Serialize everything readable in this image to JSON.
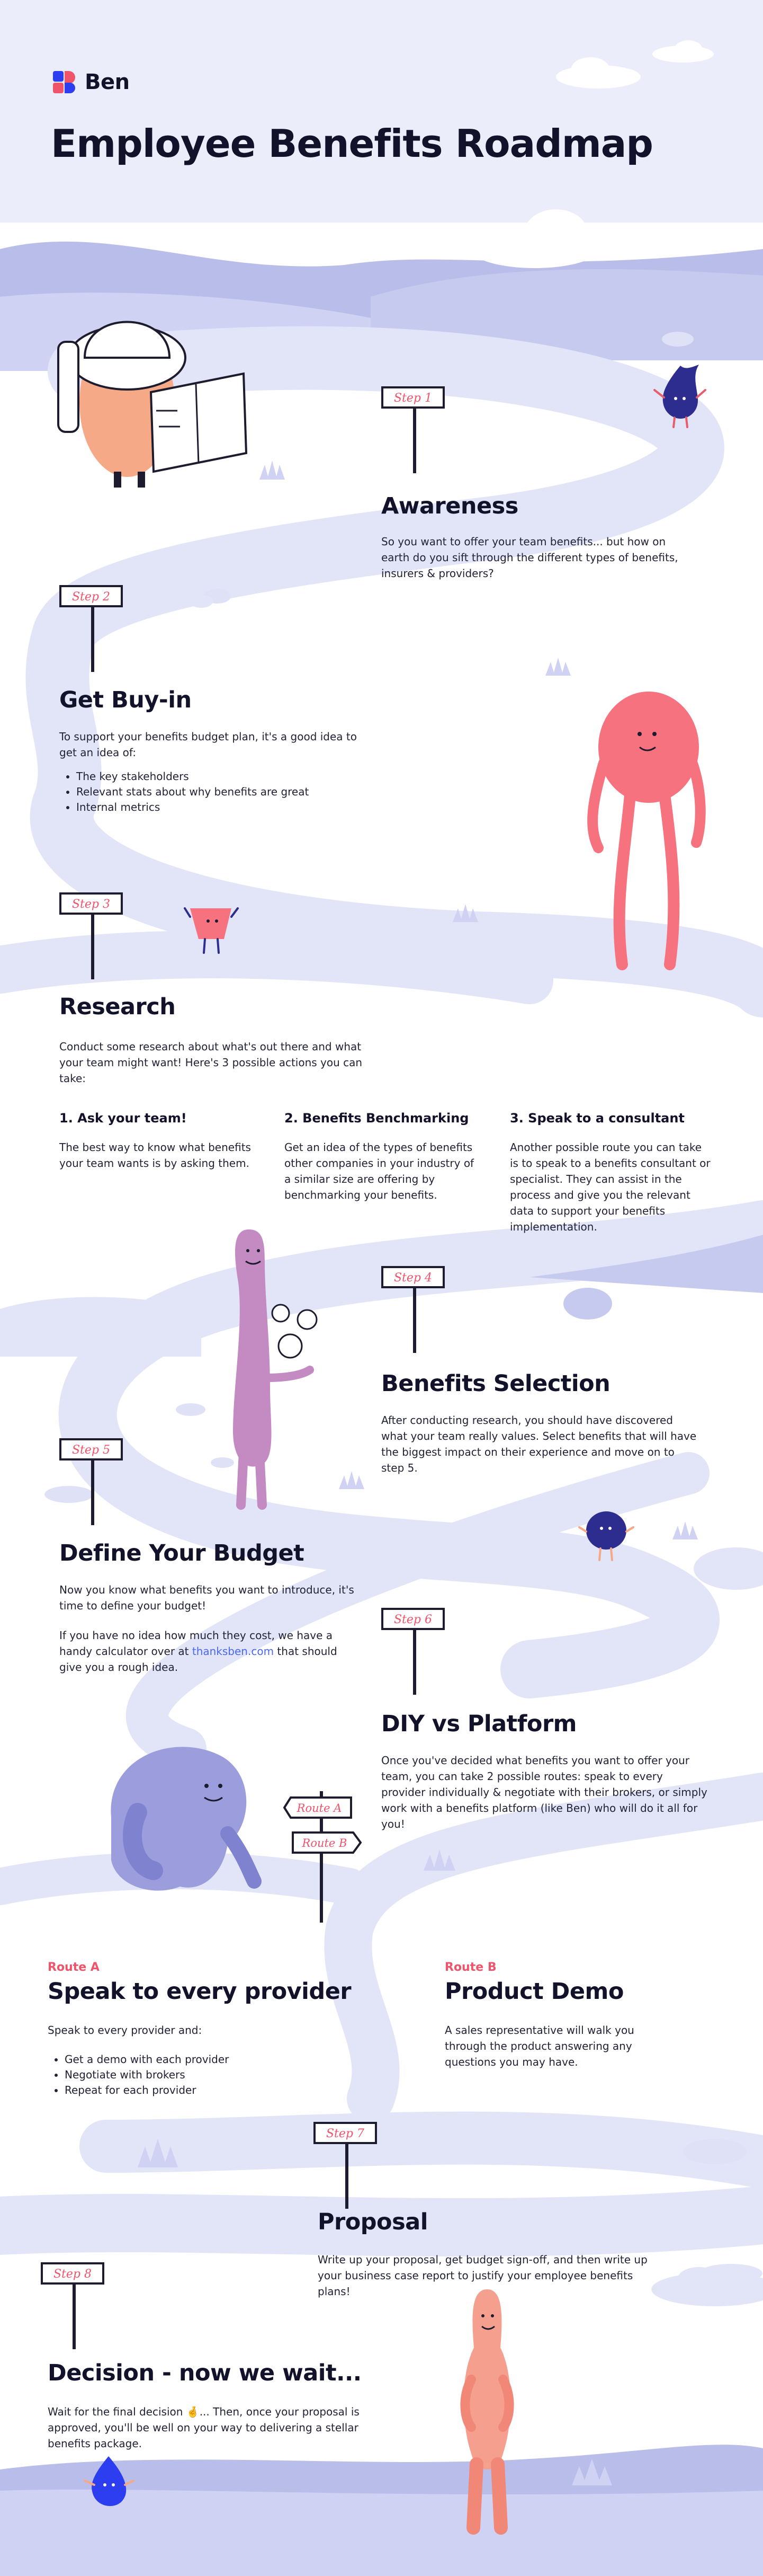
{
  "brand": {
    "name": "Ben"
  },
  "page_title": "Employee Benefits Roadmap",
  "steps": {
    "s1": "Step 1",
    "s2": "Step 2",
    "s3": "Step 3",
    "s4": "Step 4",
    "s5": "Step 5",
    "s6": "Step 6",
    "s7": "Step 7",
    "s8": "Step 8"
  },
  "routes": {
    "a_sign": "Route A",
    "b_sign": "Route B"
  },
  "awareness": {
    "title": "Awareness",
    "body": "So you want to offer your team benefits... but how on earth do you sift through the different types of benefits, insurers & providers?"
  },
  "buyin": {
    "title": "Get Buy-in",
    "body": "To support your benefits budget plan, it's a good idea to get an idea of:",
    "bullets": [
      "The key stakeholders",
      "Relevant stats about why benefits are great",
      "Internal metrics"
    ]
  },
  "research": {
    "title": "Research",
    "body": "Conduct some research about what's out there and what your team might want!  Here's 3 possible actions you can take:",
    "cols": [
      {
        "title": "1. Ask your team!",
        "body": "The best way to know what benefits your team wants is by asking them."
      },
      {
        "title": "2. Benefits Benchmarking",
        "body": "Get an idea of the types of benefits other companies in your industry of a similar size are offering by benchmarking your benefits."
      },
      {
        "title": "3. Speak to a consultant",
        "body": "Another possible route you can take is to speak to a benefits consultant or specialist. They can assist in the process and give you the relevant data to support your benefits implementation."
      }
    ]
  },
  "selection": {
    "title": "Benefits Selection",
    "body": "After conducting research, you should have discovered what your team really values. Select benefits that will have the biggest impact on their experience and move on to step 5."
  },
  "budget": {
    "title": "Define Your Budget",
    "body1": "Now you know what benefits you want to introduce, it's time to define your budget!",
    "body2_pre": "If you have no idea how much they cost, we have a handy calculator over at ",
    "link": "thanksben.com",
    "body2_post": " that should give you a rough idea."
  },
  "diy": {
    "title": "DIY vs Platform",
    "body": "Once you've decided what benefits you want to offer your team, you can take 2 possible routes: speak to every provider individually & negotiate with their brokers, or simply work with a benefits platform (like Ben) who will do it all for you!"
  },
  "route_a": {
    "label": "Route A",
    "title": "Speak to every provider",
    "body": "Speak to every provider and:",
    "bullets": [
      "Get a demo with each provider",
      "Negotiate with brokers",
      "Repeat for each provider"
    ]
  },
  "route_b": {
    "label": "Route B",
    "title": "Product Demo",
    "body": "A sales representative will walk you through the product answering any questions you may have."
  },
  "proposal": {
    "title": "Proposal",
    "body": "Write up your proposal, get budget sign-off, and then write up your business case report to justify your employee benefits plans!"
  },
  "decision": {
    "title": "Decision - now we wait...",
    "body": "Wait for the final decision 🤞... Then, once your proposal is approved, you'll be well on your way to delivering a stellar benefits package."
  },
  "colors": {
    "path_light": "#dfe1f7",
    "hill_mid": "#b9bde9",
    "accent_red": "#f0546b",
    "pink_character": "#f6727f",
    "purple_character": "#c48ac2",
    "lavender_character": "#9b9ddd",
    "navy_character": "#2c2d8e"
  },
  "icons": [
    "ben-logo-icon",
    "signpost-icon",
    "explorer-character",
    "pink-blob-character",
    "purple-character",
    "lavender-character",
    "navy-drop-character",
    "salmon-character",
    "cloud-icon",
    "grass-icon"
  ]
}
